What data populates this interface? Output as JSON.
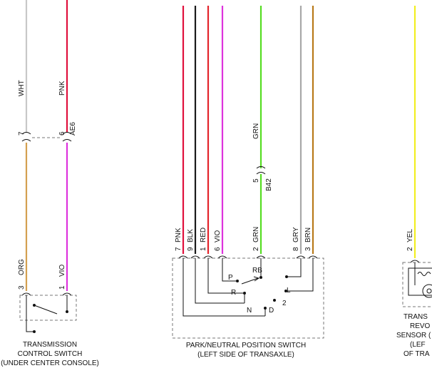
{
  "colors": {
    "white_wire": "#c8c8c8",
    "pink_wire": "#e0103c",
    "black_wire": "#1a1a1a",
    "red_wire": "#e3242b",
    "violet_wire": "#dd33dd",
    "green_wire": "#55dd22",
    "gray_wire": "#a8a8a8",
    "brown_wire": "#b87a1a",
    "yellow_wire": "#f2ee22",
    "orange_wire": "#d4a050"
  },
  "wires": {
    "wht": "WHT",
    "pnk_top": "PNK",
    "grn_top": "GRN",
    "org": "ORG",
    "vio_left": "VIO",
    "pnk": "PNK",
    "blk": "BLK",
    "red": "RED",
    "vio": "VIO",
    "grn": "GRN",
    "gry": "GRY",
    "brn": "BRN",
    "yel": "YEL"
  },
  "connectors": {
    "ae6_left_pin": "7",
    "ae6_right_pin": "6",
    "ae6": "AE6",
    "b42_pin": "5",
    "b42": "B42"
  },
  "pins": {
    "org": "3",
    "vio_left": "1",
    "pnk": "7",
    "blk": "9",
    "red": "1",
    "vio": "6",
    "grn": "2",
    "gry": "8",
    "brn": "3",
    "yel": "2"
  },
  "switch_positions": {
    "p": "P",
    "rb": "RB",
    "r": "R",
    "n": "N",
    "d": "D",
    "l": "L",
    "two": "2"
  },
  "components": {
    "tcs_line1": "TRANSMISSION",
    "tcs_line2": "CONTROL SWITCH",
    "tcs_line3": "(UNDER CENTER CONSOLE)",
    "pnp_line1": "PARK/NEUTRAL POSITION SWITCH",
    "pnp_line2": "(LEFT SIDE OF TRANSAXLE)",
    "trs_line1": "TRANS",
    "trs_line2": "REVO",
    "trs_line3": "SENSOR (",
    "trs_line4": "(LEF",
    "trs_line5": "OF TRA"
  }
}
